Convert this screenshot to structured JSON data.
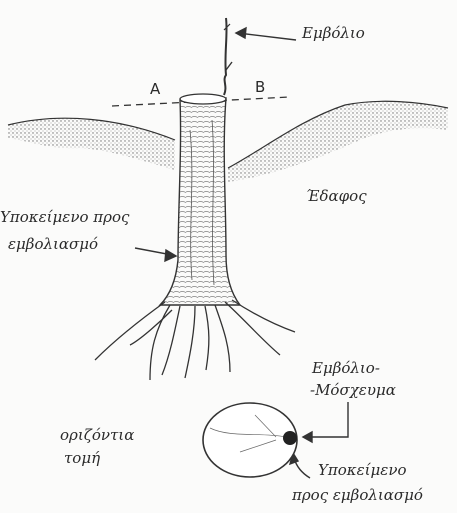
{
  "labels": {
    "scion": "Εμβόλιο",
    "point_a": "A",
    "point_b": "B",
    "soil": "Έδαφος",
    "rootstock_line1": "Υποκείμενο προς",
    "rootstock_line2": "εμβολιασμό",
    "scion_graft_line1": "Εμβόλιο-",
    "scion_graft_line2": "-Μόσχευμα",
    "section_line1": "οριζόντια",
    "section_line2": "τομή",
    "section_rootstock_line1": "Υποκείμενο",
    "section_rootstock_line2": "προς εμβολιασμό"
  },
  "colors": {
    "ink": "#2a2a2a",
    "paper": "#fbfbfa",
    "stipple": "#555555"
  }
}
